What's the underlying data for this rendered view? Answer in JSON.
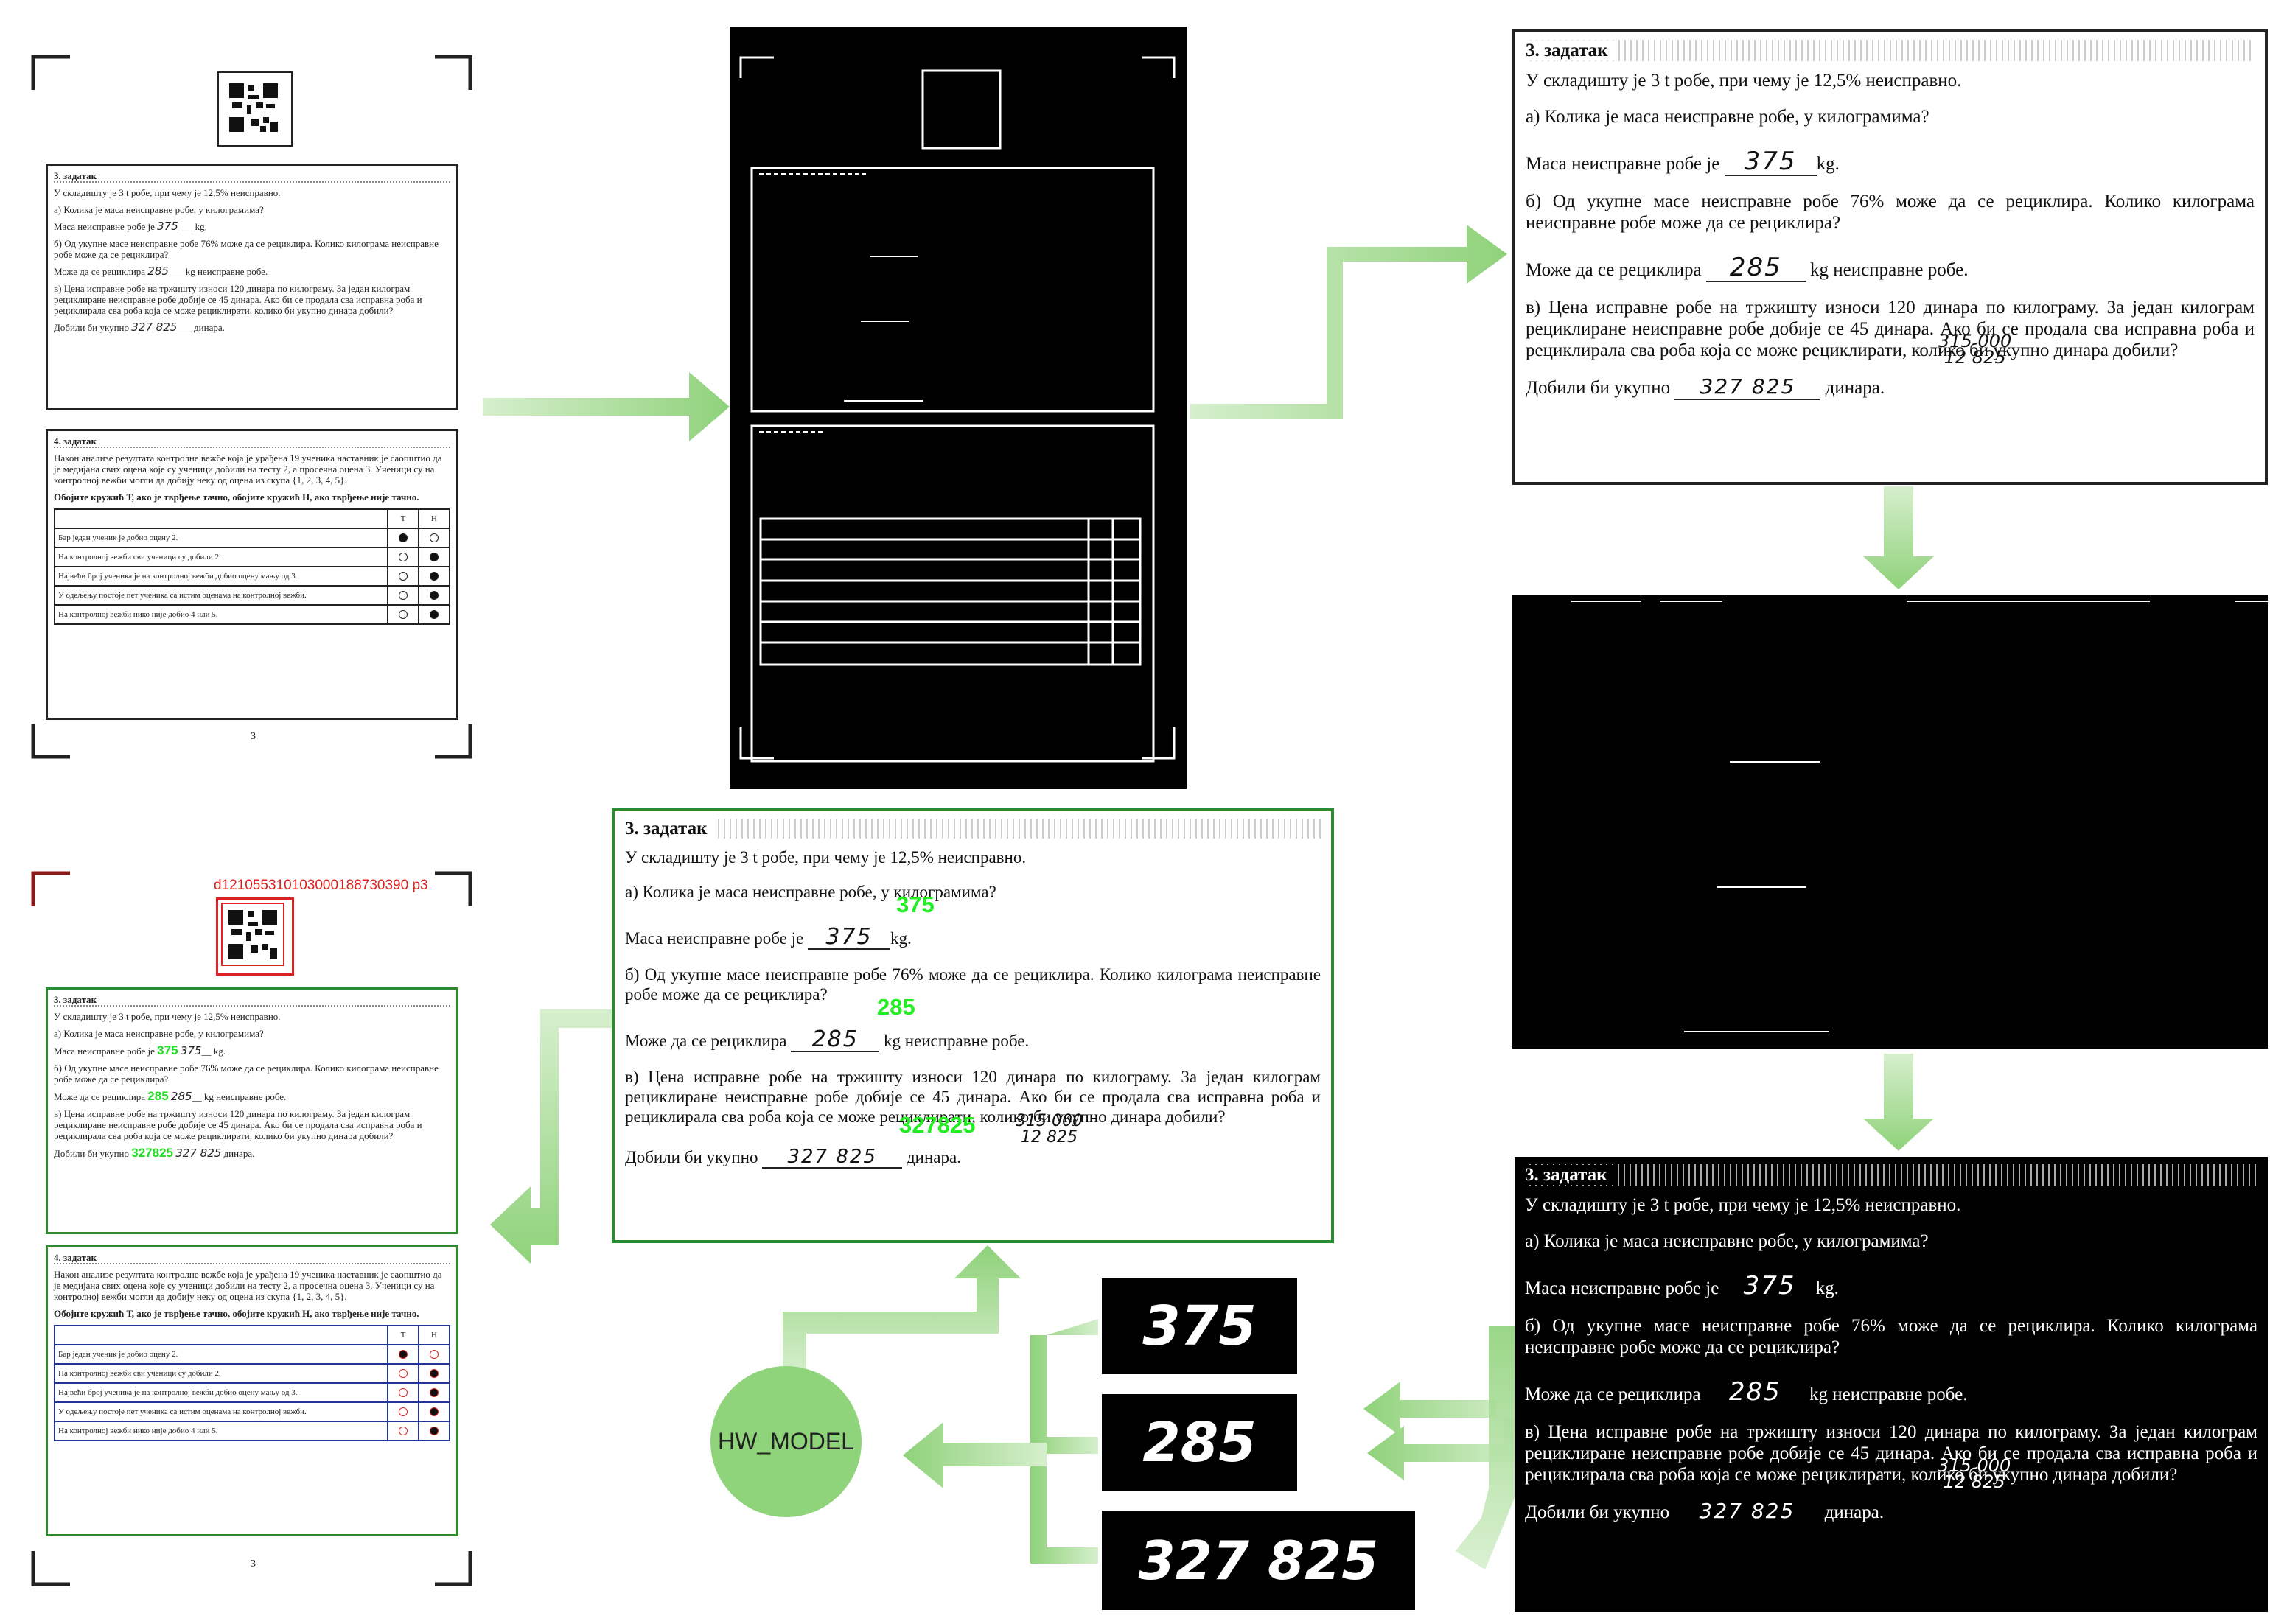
{
  "exam_page": {
    "task3": {
      "title": "3. задатак",
      "intro": "У складишту је 3 t робе, при чему је 12,5% неисправно.",
      "q_a": "а) Колика је маса неисправне робе, у килограмима?",
      "a_label_pre": "Маса неисправне робе је",
      "a_label_post": "kg.",
      "a_hw": "375",
      "q_b": "б) Од укупне масе неисправне робе 76% може да се рециклира. Колико килограма неисправне робе може да се рециклира?",
      "b_label_pre": "Може да се рециклира",
      "b_label_post": "kg неисправне робе.",
      "b_hw": "285",
      "q_c": "в) Цена исправне робе на тржишту износи 120 динара по килограму. За један килограм рециклиране неисправне робе добије се 45 динара. Ако би се продала сва исправна роба и рециклирала сва роба која се може рециклирати, колико би укупно динара добили?",
      "c_label_pre": "Добили би укупно",
      "c_label_post": "динара.",
      "c_hw": "327 825",
      "c_note_1": "315 000",
      "c_note_2": "12 825"
    },
    "task4": {
      "title": "4. задатак",
      "intro": "Након анализе резултата контролне вежбе која је урађена 19 ученика наставник је саопштио да је медијана свих оцена које су ученици добили на тесту 2, а просечна оцена 3. Ученици су на контролној вежби могли да добију неку од оцена из скупа {1, 2, 3, 4, 5}.",
      "instruction": "Обојите кружић Т, ако је тврђење тачно, обојите кружић Н, ако тврђење није тачно.",
      "col_t": "Т",
      "col_n": "Н",
      "rows": [
        "Бар један ученик је добио оцену 2.",
        "На контролној вежби сви ученици су добили 2.",
        "Највећи број ученика је на контролној вежби добио оцену мању од 3.",
        "У одељењу постоје пет ученика са истим оценама на контролној вежби.",
        "На контролној вежби нико није добио 4 или 5."
      ]
    },
    "page_number": "3"
  },
  "recognized": {
    "page_id": "d121055310103000188730390 p3",
    "answer_a": "375",
    "answer_b": "285",
    "answer_c": "327825"
  },
  "crops": [
    "375",
    "285",
    "327 825"
  ],
  "model_node": "HW_MODEL",
  "colors": {
    "arrow": "#a8dc98",
    "answer": "#22ee22",
    "frame_green": "#2e8a2e",
    "frame_blue": "#223399",
    "mark_red": "#dd2222"
  }
}
